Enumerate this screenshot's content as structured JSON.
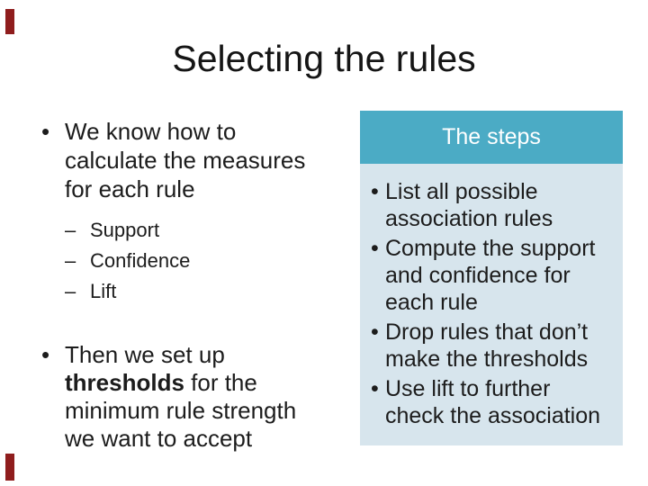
{
  "slide": {
    "title": "Selecting the rules"
  },
  "accents": {
    "color": "#8f1d1d"
  },
  "left_content": {
    "bullets": [
      {
        "marker": "•",
        "text": "We know how to calculate the measures for each rule",
        "sub_bullets": [
          {
            "marker": "–",
            "text": "Support"
          },
          {
            "marker": "–",
            "text": "Confidence"
          },
          {
            "marker": "–",
            "text": "Lift"
          }
        ]
      },
      {
        "marker": "•",
        "runs": [
          {
            "text": "Then we set up ",
            "bold": false
          },
          {
            "text": "thresholds",
            "bold": true
          },
          {
            "text": " for the minimum rule strength we want to accept",
            "bold": false
          }
        ]
      }
    ]
  },
  "steps_panel": {
    "header": "The steps",
    "marker": "•",
    "items": [
      "List all possible association rules",
      "Compute the support and confidence for each rule",
      "Drop rules that don’t make the thresholds",
      "Use lift to further check the association"
    ],
    "colors": {
      "header_bg": "#4babc5",
      "header_text": "#ffffff",
      "body_bg": "#d7e5ed"
    }
  }
}
